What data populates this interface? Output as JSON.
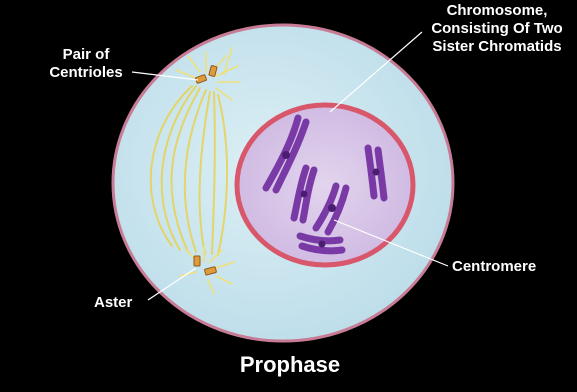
{
  "title": "Prophase",
  "labels": {
    "centrioles": "Pair of Centrioles",
    "chromosome": "Chromosome, Consisting Of Two Sister Chromatids",
    "centromere": "Centromere",
    "aster": "Aster"
  },
  "colors": {
    "background": "#000000",
    "cytoplasm": "#c5e3ee",
    "cell_membrane": "#c77b95",
    "nuclear_envelope": "#d8576a",
    "nucleoplasm": "#d8c6e6",
    "chromosomes": "#7a3aa6",
    "spindle_fibers": "#e6d35a",
    "centrioles": "#e09a3a",
    "label_text": "#ffffff"
  }
}
